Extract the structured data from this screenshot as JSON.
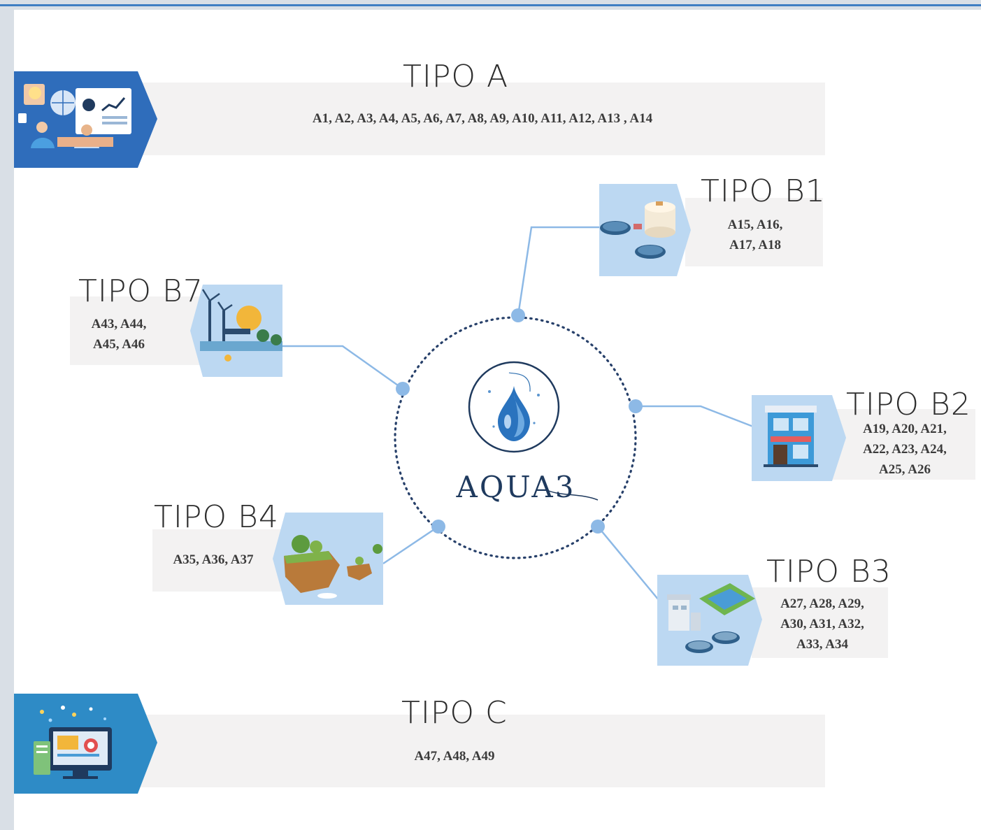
{
  "center": {
    "logo_text": "AQUA3"
  },
  "groups": {
    "a": {
      "title": "TIPO A",
      "codes": [
        "A1, A2, A3, A4, A5, A6, A7, A8, A9, A10, A11, A12, A13 , A14"
      ]
    },
    "b1": {
      "title": "TIPO B1",
      "codes": [
        "A15, A16,",
        "A17, A18"
      ]
    },
    "b7": {
      "title": "TIPO B7",
      "codes": [
        "A43, A44,",
        "A45, A46"
      ]
    },
    "b2": {
      "title": "TIPO B2",
      "codes": [
        "A19, A20, A21,",
        "A22, A23, A24,",
        "A25, A26"
      ]
    },
    "b4": {
      "title": "TIPO B4",
      "codes": [
        "A35, A36, A37"
      ]
    },
    "b3": {
      "title": "TIPO B3",
      "codes": [
        "A27, A28, A29,",
        "A30, A31, A32,",
        "A33, A34"
      ]
    },
    "c": {
      "title": "TIPO C",
      "codes": [
        "A47, A48, A49"
      ]
    }
  },
  "colors": {
    "accent_blue": "#2f6dbb",
    "node_blue": "#8db9e6",
    "tile_blue": "#bcd8f2",
    "band_gray": "#f3f2f2"
  },
  "icons": {
    "a": "analytics-team-icon",
    "b1": "water-treatment-tanks-icon",
    "b7": "wind-solar-energy-icon",
    "b2": "building-facade-icon",
    "b4": "floating-island-icon",
    "b3": "treatment-plant-icon",
    "c": "data-dashboard-icon"
  }
}
